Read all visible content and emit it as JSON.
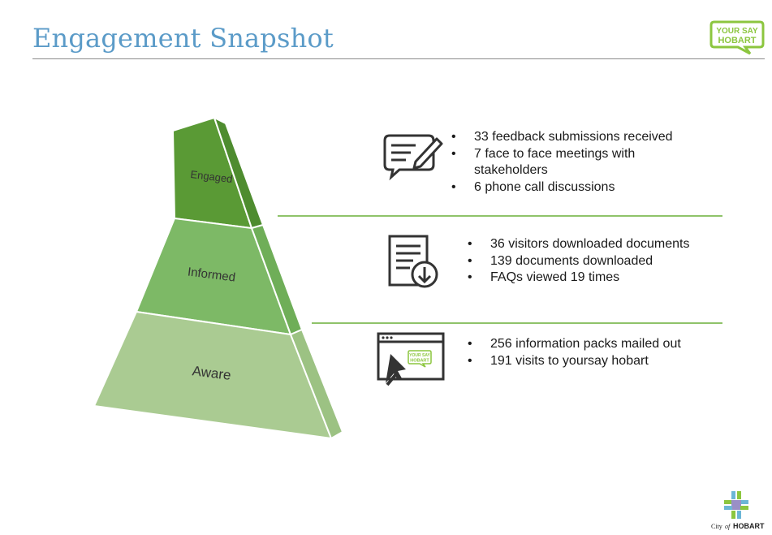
{
  "slide": {
    "title": "Engagement Snapshot"
  },
  "header_logo": {
    "line1": "YOUR SAY",
    "line2": "HOBART"
  },
  "pyramid": {
    "levels": [
      {
        "label": "Engaged",
        "color": "#5a9a35"
      },
      {
        "label": "Informed",
        "color": "#7db966"
      },
      {
        "label": "Aware",
        "color": "#aacb92"
      }
    ]
  },
  "sections": [
    {
      "icon": "feedback-form-icon",
      "items": [
        [
          "33 feedback submissions received"
        ],
        [
          "7 face to face meetings with",
          "stakeholders"
        ],
        [
          "6 phone call discussions"
        ]
      ]
    },
    {
      "icon": "document-download-icon",
      "items": [
        [
          "36 visitors downloaded documents"
        ],
        [
          "139 documents downloaded"
        ],
        [
          "FAQs viewed 19 times"
        ]
      ]
    },
    {
      "icon": "website-cursor-icon",
      "items": [
        [
          "256 information packs mailed out"
        ],
        [
          "191 visits to yoursay hobart"
        ]
      ]
    }
  ],
  "footer_logo": {
    "text_pre": "City",
    "text_of": "of",
    "text_name": "HOBART"
  },
  "colors": {
    "title": "#5b9bc8",
    "accent_green": "#8fc36a",
    "logo_green": "#8cc63f"
  }
}
